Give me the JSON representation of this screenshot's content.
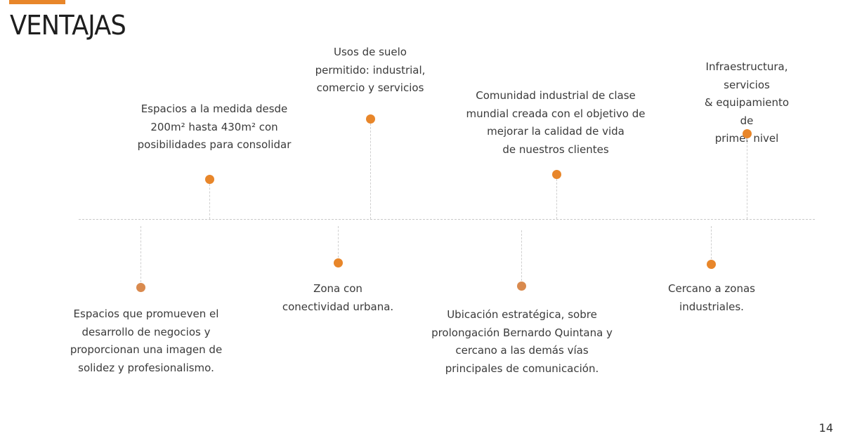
{
  "header": {
    "title": "VENTAJAS",
    "accent_color": "#e8862a"
  },
  "page_number": "14",
  "timeline": {
    "line_color": "#c9c9c9",
    "dot_color": "#e8862a",
    "items_above": [
      {
        "text": "Espacios a la medida desde\n200m² hasta 430m² con\nposibilidades para consolidar"
      },
      {
        "text": "Usos de suelo\npermitido: industrial,\ncomercio y servicios"
      },
      {
        "text": "Comunidad industrial de clase\nmundial creada con el objetivo de\nmejorar la calidad de vida\nde nuestros clientes"
      },
      {
        "text": "Infraestructura, servicios\n& equipamiento de\nprimer nivel"
      }
    ],
    "items_below": [
      {
        "text": "Espacios que promueven el\ndesarrollo de negocios y\nproporcionan una imagen de\nsolidez y profesionalismo."
      },
      {
        "text": "Zona con\nconectividad urbana."
      },
      {
        "text": "Ubicación estratégica, sobre\nprolongación Bernardo Quintana y\ncercano a las demás vías\nprincipales de comunicación."
      },
      {
        "text": "Cercano a zonas\nindustriales."
      }
    ]
  }
}
